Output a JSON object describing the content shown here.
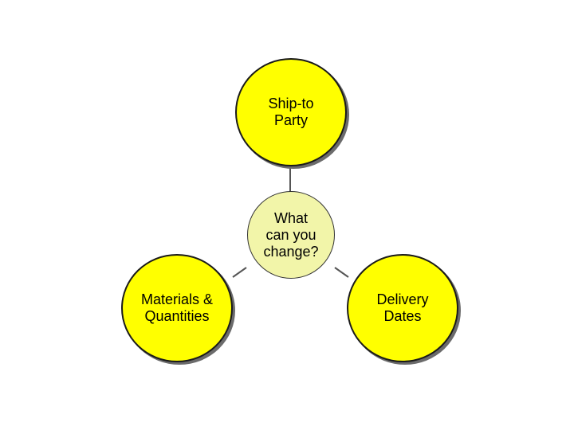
{
  "diagram": {
    "center": {
      "label": "What\ncan you\nchange?",
      "color": "#F2F5A9"
    },
    "nodes": [
      {
        "id": "top",
        "label": "Ship-to\nParty",
        "color": "#FFFF00"
      },
      {
        "id": "left",
        "label": "Materials &\nQuantities",
        "color": "#FFFF00"
      },
      {
        "id": "right",
        "label": "Delivery\nDates",
        "color": "#FFFF00"
      }
    ],
    "connector_color": "#555555"
  }
}
